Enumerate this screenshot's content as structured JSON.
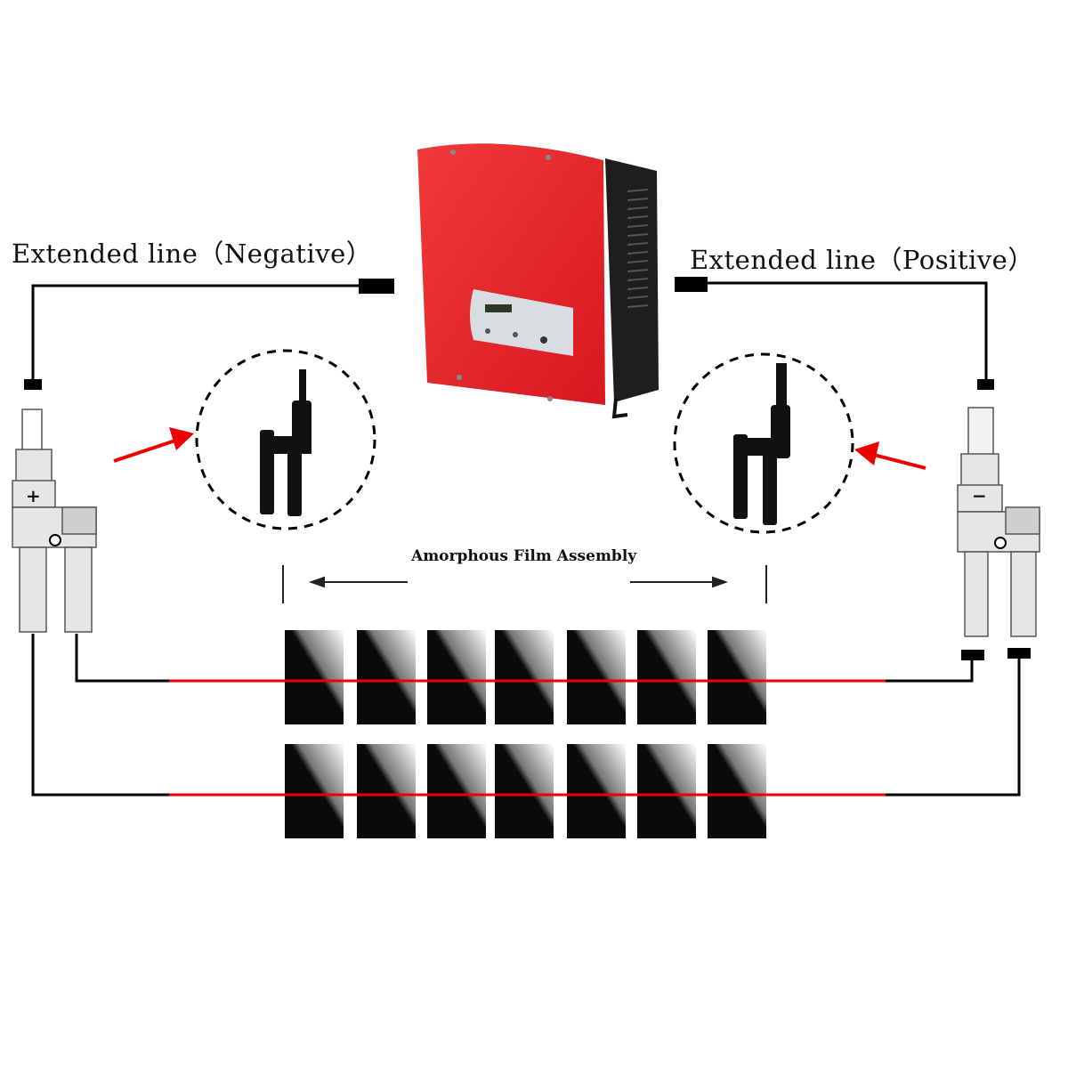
{
  "labels": {
    "negative_line": "Extended line（Negative）",
    "positive_line": "Extended line（Positive）",
    "assembly": "Amorphous Film Assembly",
    "plus": "+",
    "minus": "−"
  },
  "colors": {
    "inverter_red": "#e8222a",
    "inverter_dark": "#1e1e1e",
    "wire_red": "#e00000",
    "wire_black": "#000000",
    "panel": "#0c0c0c"
  },
  "panel_grid": {
    "rows": 2,
    "columns": 7
  }
}
